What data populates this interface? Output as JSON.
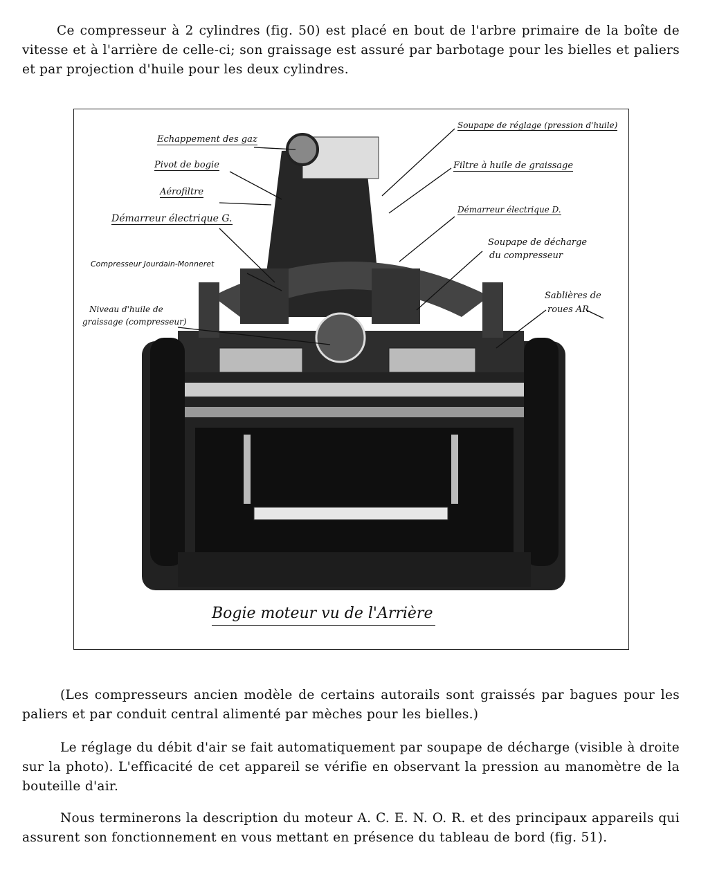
{
  "paragraphs": {
    "p1": "Ce compresseur à 2 cylindres (fig. 50) est placé en bout de l'arbre primaire de la boîte de vitesse et à l'arrière de celle-ci; son graissage est assuré par barbotage pour les bielles et paliers et par projection d'huile pour les deux cylindres.",
    "p2": "(Les compresseurs ancien modèle de certains autorails sont graissés par bagues pour les paliers et par conduit central alimenté par mèches pour les bielles.)",
    "p3": "Le réglage du débit d'air se fait automatiquement par soupape de décharge (visible à droite sur la photo). L'efficacité de cet appareil se vérifie en observant la pression au manomètre de la bouteille d'air.",
    "p4": "Nous terminerons la description du moteur A. C. E. N. O. R. et des principaux appareils qui assurent son fonctionnement en vous mettant en présence du tableau de bord (fig. 51)."
  },
  "figure": {
    "caption": "Bogie moteur vu de l'Arrière",
    "labels": {
      "echappement": "Echappement des gaz",
      "pivot": "Pivot de bogie",
      "aerofiltre": "Aérofiltre",
      "demarreur_g": "Démarreur électrique G.",
      "compresseur": "Compresseur Jourdain-Monneret",
      "niveau_1": "Niveau d'huile de",
      "niveau_2": "graissage (compresseur)",
      "soupape_reglage": "Soupape de réglage (pression d'huile)",
      "filtre": "Filtre à huile de graissage",
      "demarreur_d": "Démarreur électrique D.",
      "soupape_decharge_1": "Soupape de décharge",
      "soupape_decharge_2": "du compresseur",
      "sablieres_1": "Sablières de",
      "sablieres_2": "roues AR"
    }
  }
}
